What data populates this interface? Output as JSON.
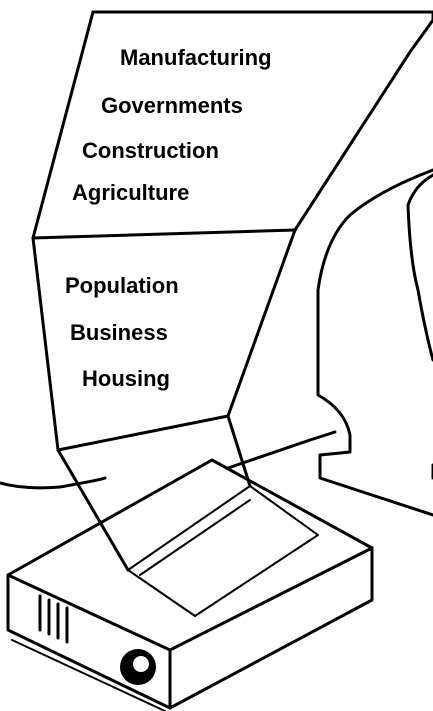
{
  "upper_panel": {
    "lines": [
      "Manufacturing",
      "Governments",
      "Construction",
      "Agriculture"
    ]
  },
  "lower_panel": {
    "lines": [
      "Population",
      "Business",
      "Housing"
    ]
  },
  "colors": {
    "ink": "#000000",
    "paper": "#ffffff"
  }
}
